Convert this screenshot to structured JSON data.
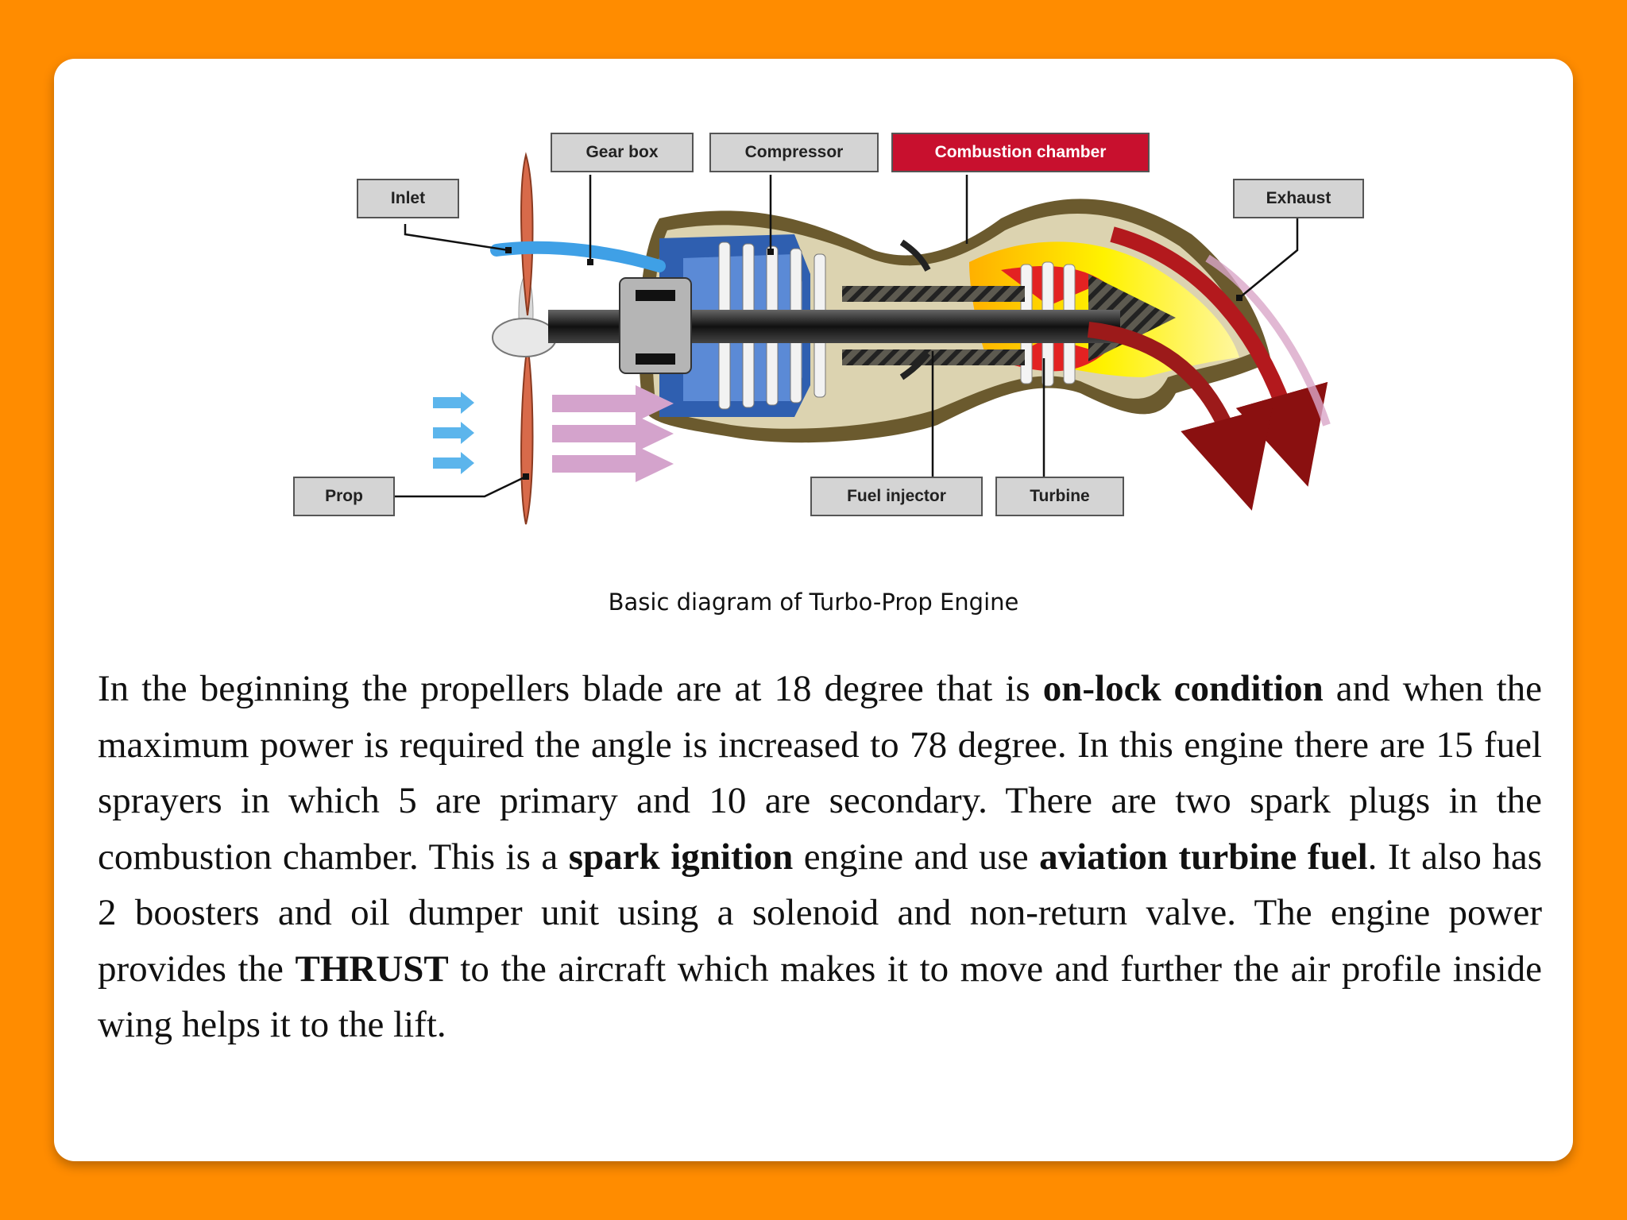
{
  "diagram": {
    "labels": {
      "gear_box": "Gear box",
      "compressor": "Compressor",
      "combustion_chamber": "Combustion chamber",
      "inlet": "Inlet",
      "exhaust": "Exhaust",
      "prop": "Prop",
      "fuel_injector": "Fuel injector",
      "turbine": "Turbine"
    },
    "colors": {
      "background": "#ff8c00",
      "combustion_label": "#c8102e",
      "casing": "#6b5a2e",
      "compressor_blue": "#2f5fb0",
      "flame_yellow": "#f5e400",
      "exhaust_red": "#9c1a1a"
    }
  },
  "caption": "Basic diagram of Turbo-Prop Engine",
  "paragraph": {
    "p1": "In the beginning the propellers blade are at 18 degree that is ",
    "b1": "on-lock condition",
    "p2": " and when the maximum power is required the angle is increased to 78 degree. In this engine there are 15 fuel sprayers in which 5 are primary and 10 are secondary. There are two spark plugs in the combustion chamber.  This is a ",
    "b2": "spark ignition",
    "p3": " engine and use ",
    "b3": "aviation turbine fuel",
    "p4": ". It also has 2 boosters and oil dumper unit using a solenoid and non-return valve. The engine power provides the ",
    "b4": "THRUST",
    "p5": " to the aircraft which makes it to move and further the air profile inside wing helps it to the lift."
  }
}
